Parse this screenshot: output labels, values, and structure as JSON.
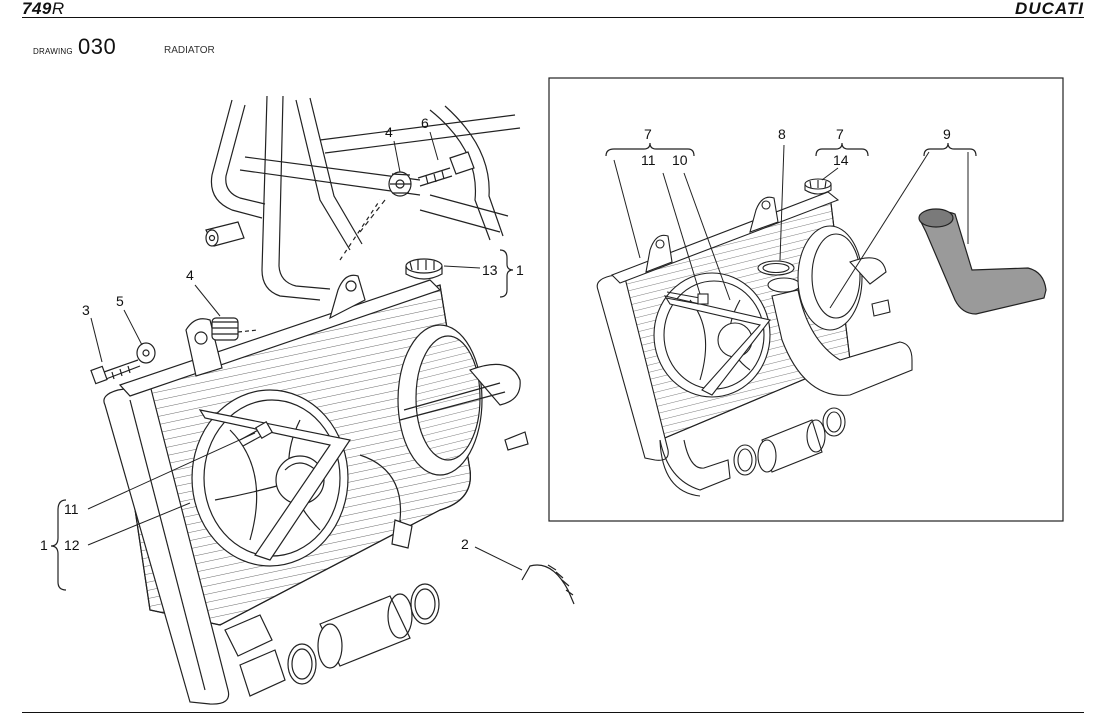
{
  "header": {
    "model": "749",
    "model_suffix": "R",
    "brand": "DUCATI"
  },
  "drawing": {
    "label": "DRAWING",
    "number": "030",
    "title": "RADIATOR"
  },
  "callouts": {
    "main": {
      "c3": "3",
      "c5": "5",
      "c4_left": "4",
      "c4_top": "4",
      "c6": "6",
      "c13": "13",
      "c1_right": "1",
      "c11": "11",
      "c12": "12",
      "c1_left": "1",
      "c2": "2"
    },
    "inset": {
      "c7_left": "7",
      "c11": "11",
      "c10": "10",
      "c8": "8",
      "c7_right": "7",
      "c14": "14",
      "c9": "9"
    }
  },
  "colors": {
    "line": "#222222",
    "hose_fill": "#9a9a9a"
  }
}
